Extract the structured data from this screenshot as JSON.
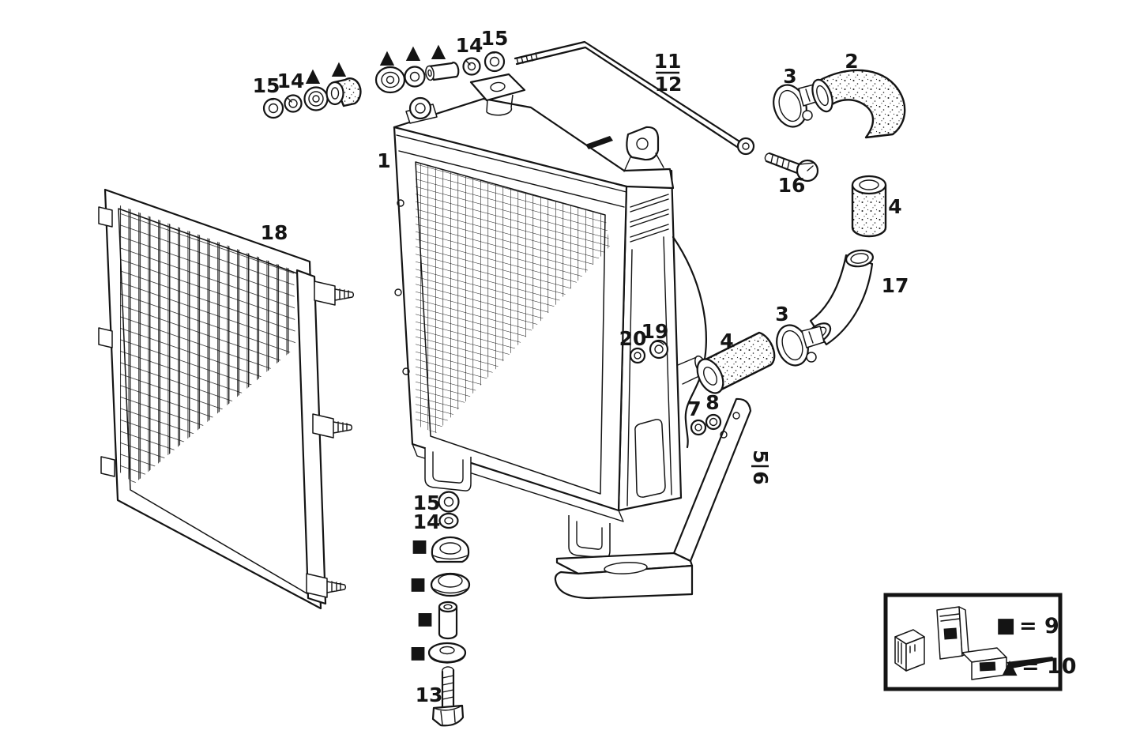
{
  "page": {
    "background": "#ffffff",
    "ink": "#141414"
  },
  "callouts": {
    "part1": "1",
    "part2": "2",
    "part3_top": "3",
    "part3_mid": "3",
    "part4_top": "4",
    "part4_mid": "4",
    "part7": "7",
    "part8": "8",
    "part13": "13",
    "part14_left": "14",
    "part14_top": "14",
    "part14_bottom": "14",
    "part15_left": "15",
    "part15_top": "15",
    "part15_bottom": "15",
    "part16": "16",
    "part17": "17",
    "part18": "18",
    "part19": "19",
    "part20": "20",
    "rod_fraction_top": "11",
    "rod_fraction_bottom": "12",
    "bracket_fraction_top": "5",
    "bracket_fraction_bottom": "6"
  },
  "markers": {
    "square": "■",
    "triangle": "▲"
  },
  "legend": {
    "square_symbol": "■",
    "square_text": "= 9",
    "triangle_symbol": "▲",
    "triangle_text": "= 10"
  }
}
